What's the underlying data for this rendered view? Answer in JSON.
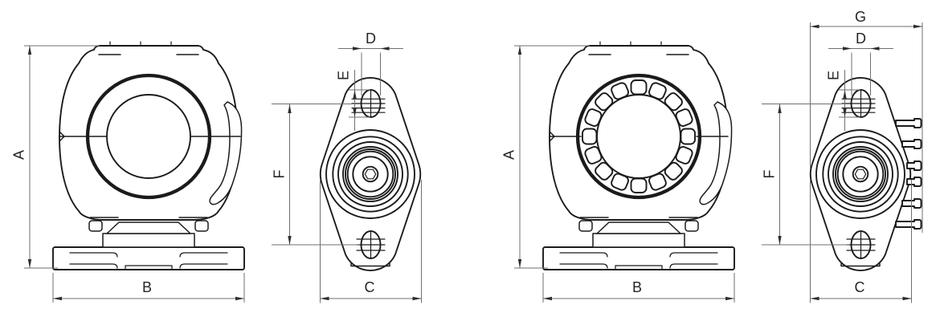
{
  "diagram": {
    "type": "technical-drawing",
    "subject": "flange swivel bearing housing - dimensional line drawing, four orthographic views",
    "background_color": "#ffffff",
    "outline_color": "#1b1b1b",
    "dimension_line_color": "#6f6f6f",
    "views": [
      {
        "id": "front-view-left",
        "description": "front view of split housing with plain bore",
        "dim_labels": [
          "A",
          "B"
        ]
      },
      {
        "id": "side-flange-left",
        "description": "side view of two-bolt flange with bearing insert",
        "dim_labels": [
          "D",
          "E",
          "F",
          "C"
        ]
      },
      {
        "id": "front-view-right",
        "description": "front view of split housing with ball bearing visible",
        "dim_labels": [
          "A",
          "B"
        ]
      },
      {
        "id": "side-flange-right",
        "description": "side view of two-bolt flange with ribbed boss",
        "dim_labels": [
          "G",
          "D",
          "E",
          "F",
          "C"
        ]
      }
    ],
    "labels": {
      "v1_A": "A",
      "v1_B": "B",
      "v2_D": "D",
      "v2_E": "E",
      "v2_F": "F",
      "v2_C": "C",
      "v3_A": "A",
      "v3_B": "B",
      "v4_G": "G",
      "v4_D": "D",
      "v4_E": "E",
      "v4_F": "F",
      "v4_C": "C"
    }
  }
}
